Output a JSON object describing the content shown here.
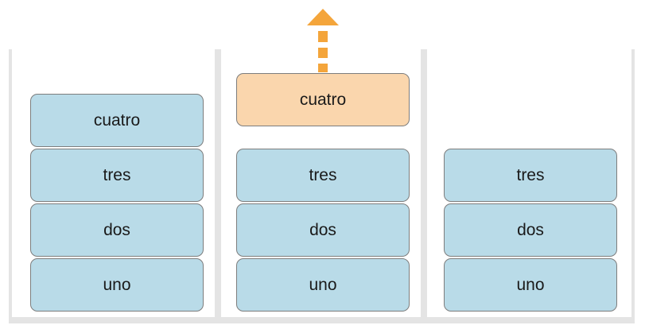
{
  "stacks": [
    {
      "items": [
        {
          "label": "cuatro"
        },
        {
          "label": "tres"
        },
        {
          "label": "dos"
        },
        {
          "label": "uno"
        }
      ]
    },
    {
      "popped": {
        "label": "cuatro"
      },
      "items": [
        {
          "label": "tres"
        },
        {
          "label": "dos"
        },
        {
          "label": "uno"
        }
      ]
    },
    {
      "items": [
        {
          "label": "tres"
        },
        {
          "label": "dos"
        },
        {
          "label": "uno"
        }
      ]
    }
  ],
  "colors": {
    "item_fill": "#b9dbe8",
    "popped_fill": "#fad6ad",
    "arrow": "#f4a53b",
    "divider": "#e4e4e4",
    "border": "#7d7d7d"
  }
}
